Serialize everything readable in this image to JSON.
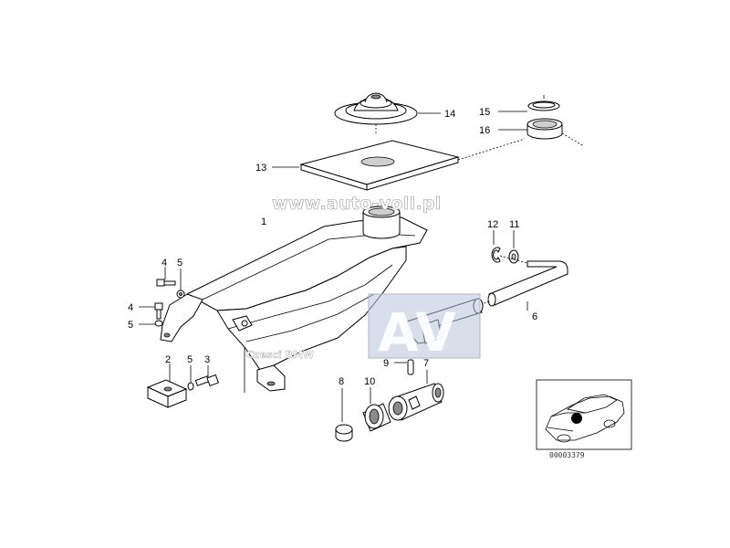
{
  "diagram": {
    "callouts": [
      {
        "id": "14",
        "label": "14"
      },
      {
        "id": "15",
        "label": "15"
      },
      {
        "id": "16",
        "label": "16"
      },
      {
        "id": "13",
        "label": "13"
      },
      {
        "id": "1",
        "label": "1"
      },
      {
        "id": "12",
        "label": "12"
      },
      {
        "id": "11",
        "label": "11"
      },
      {
        "id": "4a",
        "label": "4"
      },
      {
        "id": "5a",
        "label": "5"
      },
      {
        "id": "4b",
        "label": "4"
      },
      {
        "id": "5b",
        "label": "5"
      },
      {
        "id": "6",
        "label": "6"
      },
      {
        "id": "2",
        "label": "2"
      },
      {
        "id": "5c",
        "label": "5"
      },
      {
        "id": "3",
        "label": "3"
      },
      {
        "id": "9",
        "label": "9"
      },
      {
        "id": "7",
        "label": "7"
      },
      {
        "id": "8",
        "label": "8"
      },
      {
        "id": "10",
        "label": "10"
      }
    ],
    "watermark_url": "www.auto-voll.pl",
    "watermark_sub": "Czesci BMW",
    "logo_letters": "AV",
    "reference_code": "00003379"
  }
}
